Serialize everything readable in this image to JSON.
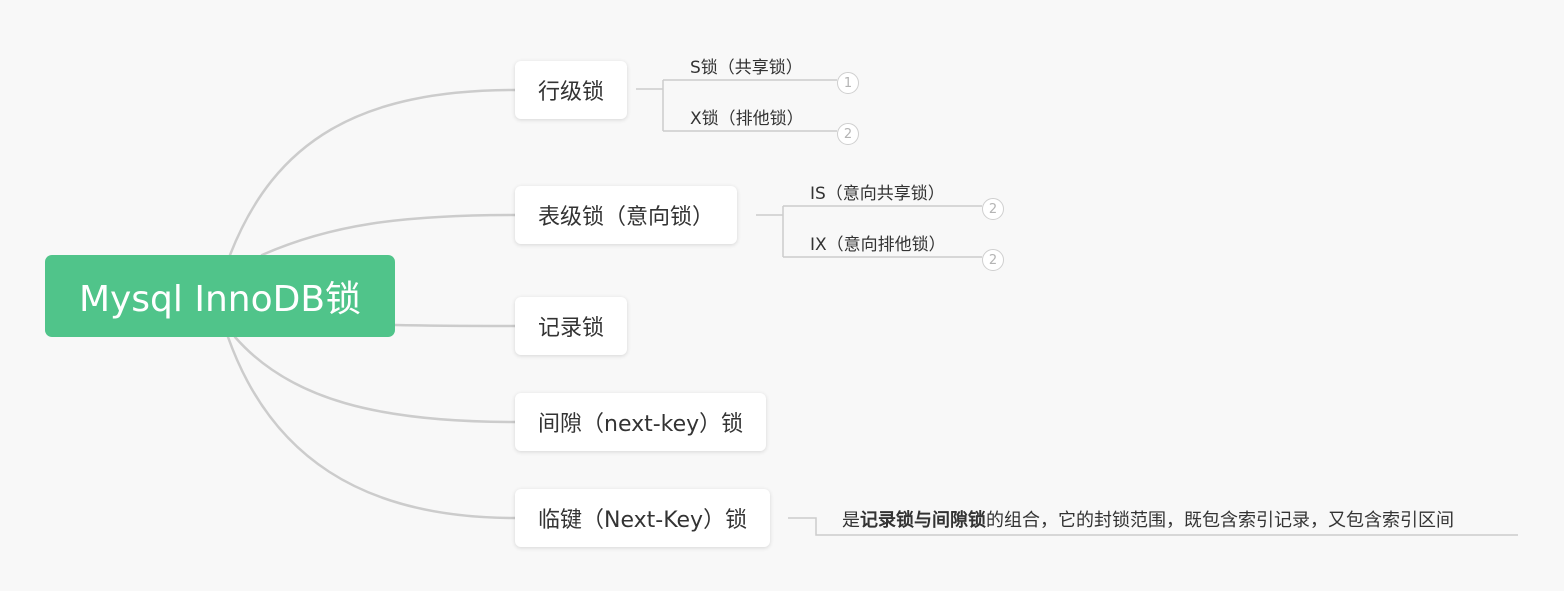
{
  "root": {
    "label": "Mysql InnoDB锁"
  },
  "branches": [
    {
      "label": "行级锁",
      "children": [
        {
          "label": "S锁（共享锁）",
          "badge": "1"
        },
        {
          "label": "X锁（排他锁）",
          "badge": "2"
        }
      ]
    },
    {
      "label": "表级锁（意向锁）",
      "children": [
        {
          "label": "IS（意向共享锁）",
          "badge": "2"
        },
        {
          "label": "IX（意向排他锁）",
          "badge": "2"
        }
      ]
    },
    {
      "label": "记录锁"
    },
    {
      "label": "间隙（next-key）锁"
    },
    {
      "label": "临键（Next-Key）锁",
      "note": {
        "prefix": "是",
        "bold": "记录锁与间隙锁",
        "suffix": "的组合，它的封锁范围，既包含索引记录，又包含索引区间"
      }
    }
  ],
  "colors": {
    "root_fill": "#50c48a",
    "connector": "#cccccc",
    "background": "#f8f8f8"
  }
}
